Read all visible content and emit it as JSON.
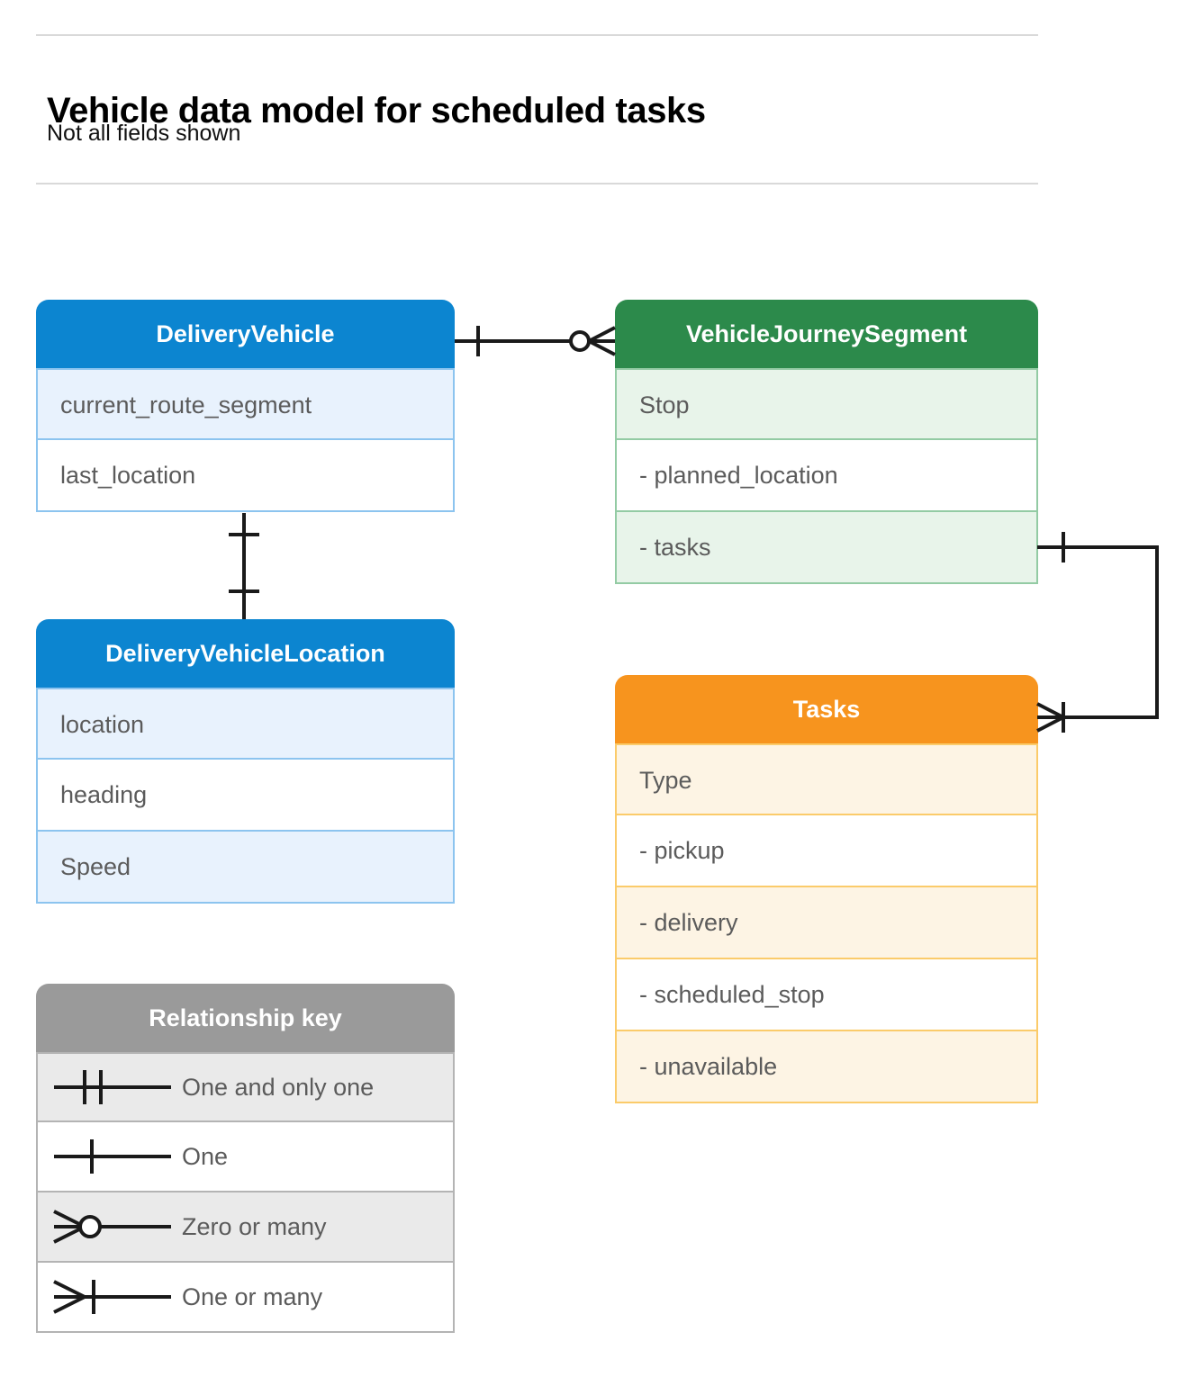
{
  "header": {
    "title": "Vehicle data model for scheduled tasks",
    "subtitle": "Not all fields shown"
  },
  "entities": [
    {
      "id": "delivery-vehicle",
      "name": "DeliveryVehicle",
      "color": "#0c85d0",
      "rows": [
        {
          "label": "current_route_segment"
        },
        {
          "label": "last_location"
        }
      ]
    },
    {
      "id": "vehicle-journey-segment",
      "name": "VehicleJourneySegment",
      "color": "#2c8a4b",
      "rows": [
        {
          "label": "Stop"
        },
        {
          "label": "-  planned_location"
        },
        {
          "label": "- tasks"
        }
      ]
    },
    {
      "id": "delivery-vehicle-location",
      "name": "DeliveryVehicleLocation",
      "color": "#0c85d0",
      "rows": [
        {
          "label": "location"
        },
        {
          "label": "heading"
        },
        {
          "label": "Speed"
        }
      ]
    },
    {
      "id": "tasks",
      "name": "Tasks",
      "color": "#f7941e",
      "rows": [
        {
          "label": "Type"
        },
        {
          "label": "-  pickup"
        },
        {
          "label": "-  delivery"
        },
        {
          "label": "-  scheduled_stop"
        },
        {
          "label": "-  unavailable"
        }
      ]
    }
  ],
  "legend": {
    "title": "Relationship key",
    "color": "#9a9a9a",
    "items": [
      {
        "symbol": "one-and-only-one",
        "label": "One and only one"
      },
      {
        "symbol": "one",
        "label": "One"
      },
      {
        "symbol": "zero-or-many",
        "label": "Zero or many"
      },
      {
        "symbol": "one-or-many",
        "label": "One or many"
      }
    ]
  },
  "relationships": [
    {
      "id": "vehicle-to-journey-segment",
      "from": "DeliveryVehicle",
      "to": "VehicleJourneySegment",
      "from_cardinality": "one",
      "to_cardinality": "zero-or-many"
    },
    {
      "id": "vehicle-to-vehicle-location",
      "from": "DeliveryVehicle",
      "to": "DeliveryVehicleLocation",
      "from_cardinality": "one",
      "to_cardinality": "one"
    },
    {
      "id": "journey-segment-tasks-to-tasks",
      "from": "VehicleJourneySegment.tasks",
      "to": "Tasks",
      "from_cardinality": "one",
      "to_cardinality": "one-or-many"
    }
  ]
}
